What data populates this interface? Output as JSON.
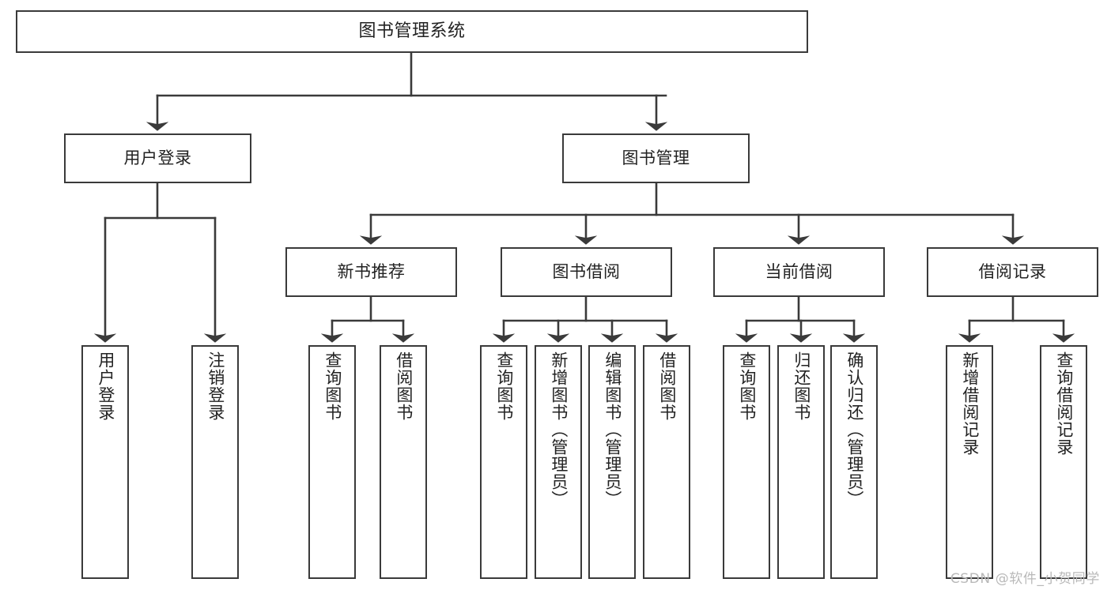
{
  "diagram": {
    "title": "图书管理系统",
    "type": "tree-hierarchy-chart",
    "root": {
      "id": "root",
      "label": "图书管理系统"
    },
    "level1": [
      {
        "id": "user-login",
        "label": "用户登录"
      },
      {
        "id": "book-manage",
        "label": "图书管理"
      }
    ],
    "level2": [
      {
        "id": "new-book-recommend",
        "label": "新书推荐"
      },
      {
        "id": "book-borrow",
        "label": "图书借阅"
      },
      {
        "id": "current-borrow",
        "label": "当前借阅"
      },
      {
        "id": "borrow-record",
        "label": "借阅记录"
      }
    ],
    "leaves": {
      "user_login": [
        {
          "id": "leaf-user-login",
          "label": "用户登录"
        },
        {
          "id": "leaf-logout-login",
          "label": "注销登录"
        }
      ],
      "new_book_recommend": [
        {
          "id": "leaf-query-book-1",
          "label": "查询图书"
        },
        {
          "id": "leaf-borrow-book-1",
          "label": "借阅图书"
        }
      ],
      "book_borrow": [
        {
          "id": "leaf-query-book-2",
          "label": "查询图书"
        },
        {
          "id": "leaf-add-book",
          "label": "新增图书（管理员）"
        },
        {
          "id": "leaf-edit-book",
          "label": "编辑图书（管理员）"
        },
        {
          "id": "leaf-borrow-book-2",
          "label": "借阅图书"
        }
      ],
      "current_borrow": [
        {
          "id": "leaf-query-book-3",
          "label": "查询图书"
        },
        {
          "id": "leaf-return-book",
          "label": "归还图书"
        },
        {
          "id": "leaf-confirm-return",
          "label": "确认归还（管理员）"
        }
      ],
      "borrow_record": [
        {
          "id": "leaf-add-record",
          "label": "新增借阅记录"
        },
        {
          "id": "leaf-query-record",
          "label": "查询借阅记录"
        }
      ]
    },
    "colors": {
      "stroke": "#3a3a3a",
      "fill": "#ffffff",
      "text": "#222222",
      "watermark": "#b9b9b9"
    }
  },
  "watermark": {
    "text": "CSDN @软件_小贺同学"
  }
}
